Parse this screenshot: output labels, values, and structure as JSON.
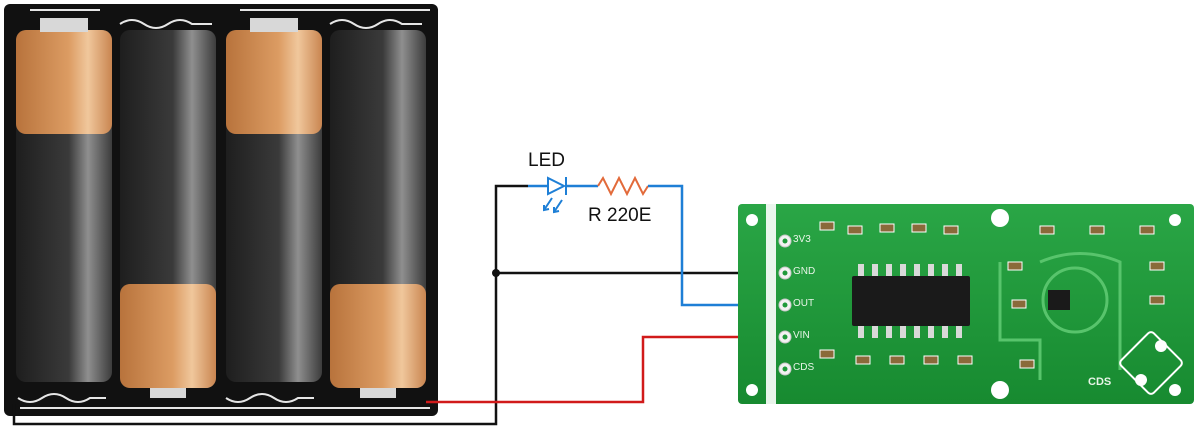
{
  "labels": {
    "led": "LED",
    "resistor": "R 220E",
    "cds": "CDS"
  },
  "module_pins": [
    "3V3",
    "GND",
    "OUT",
    "VIN",
    "CDS"
  ],
  "colors": {
    "wire_negative": "#111111",
    "wire_positive": "#d11a1a",
    "wire_signal": "#1e7fd6",
    "led_symbol": "#1e7fd6",
    "pcb": "#1f9a3a",
    "battery_gold": "#d7935a",
    "battery_black": "#2b2b2b",
    "holder": "#111111"
  },
  "components": [
    "battery-holder-4xAA",
    "led",
    "resistor",
    "microwave-radar-sensor-module"
  ]
}
